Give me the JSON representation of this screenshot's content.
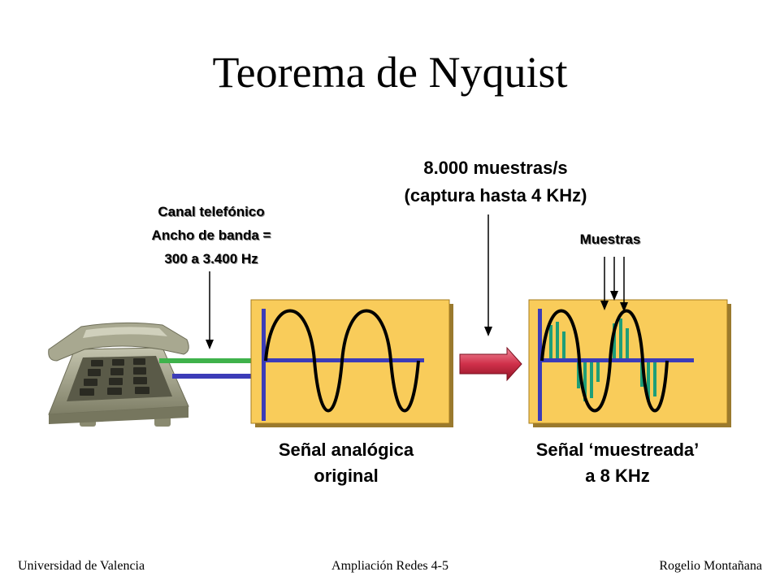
{
  "title": "Teorema de Nyquist",
  "sampling_rate": {
    "line1": "8.000 muestras/s",
    "line2": "(captura hasta 4 KHz)"
  },
  "channel": {
    "line1": "Canal telefónico",
    "line2": "Ancho de banda =",
    "line3": "300 a 3.400 Hz"
  },
  "samples_label": "Muestras",
  "left_caption": {
    "line1": "Señal analógica",
    "line2": "original"
  },
  "right_caption": {
    "line1": "Señal ‘muestreada’",
    "line2": "a 8 KHz"
  },
  "footer": {
    "left": "Universidad de Valencia",
    "center": "Ampliación Redes 4-5",
    "right": "Rogelio Montañana"
  },
  "colors": {
    "panel": "#f9cc5a",
    "axis": "#3c3cb8",
    "wave": "#000000",
    "sample": "#1e9e78",
    "arrow": "#d0304a",
    "phone": "#9a9a80",
    "wire_green": "#3fb24b",
    "wire_blue": "#3c3cb8"
  }
}
